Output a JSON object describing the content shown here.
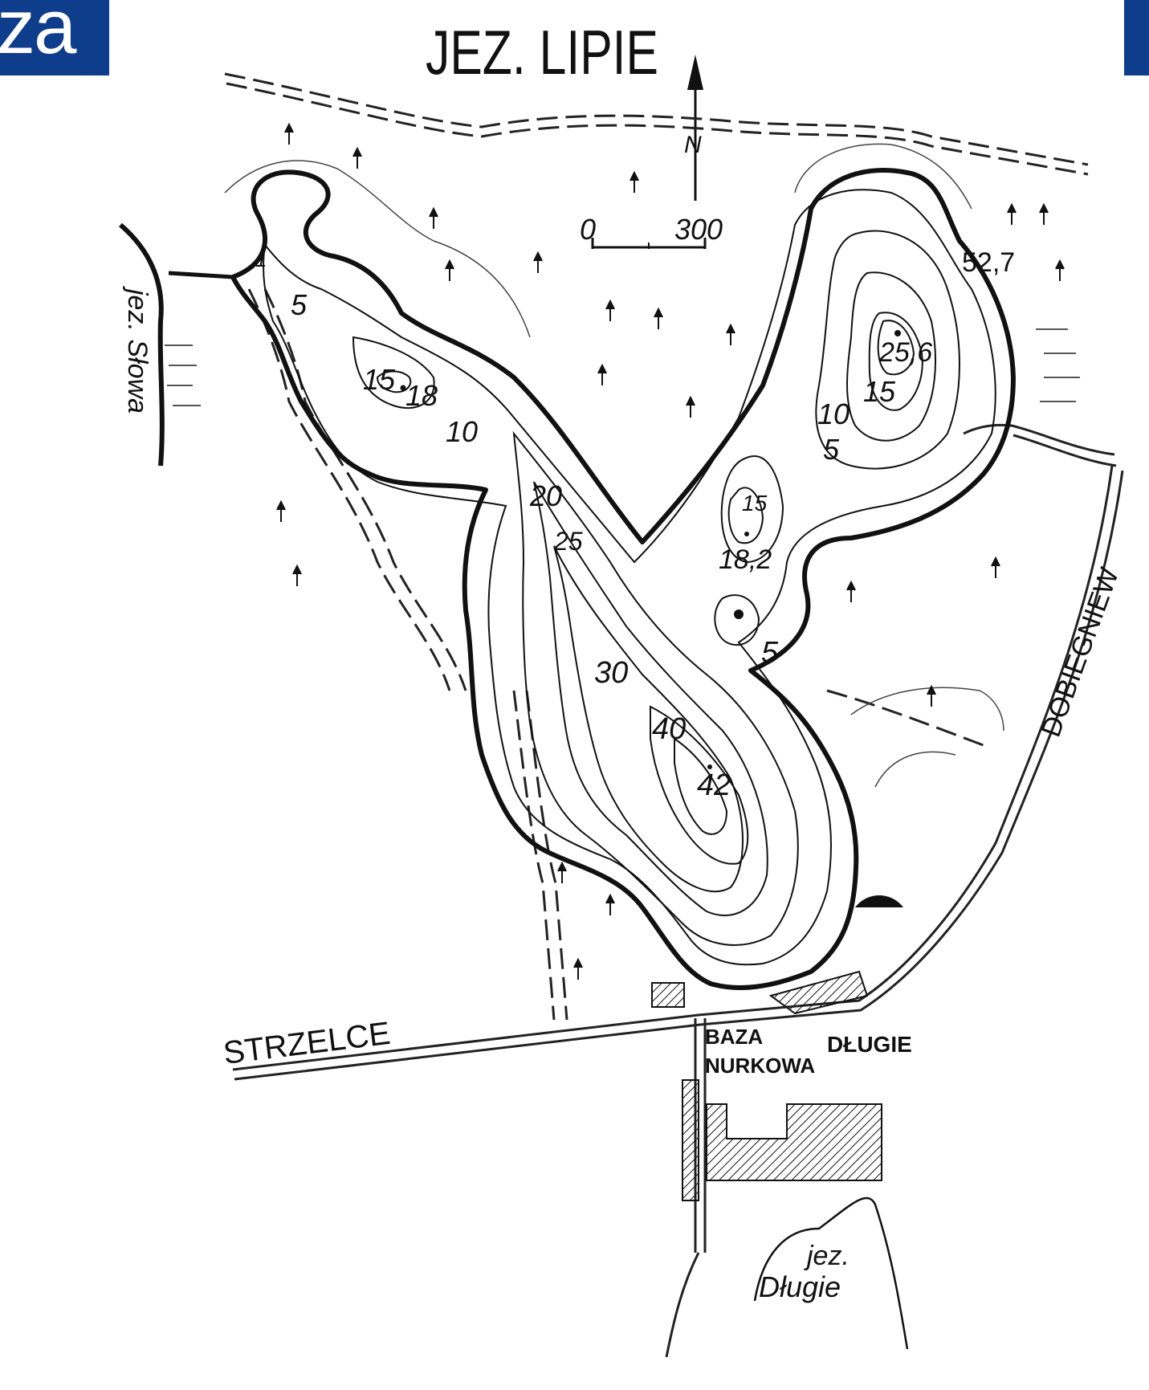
{
  "header": {
    "tab_text": "za",
    "tab_color": "#0e3d8c"
  },
  "map": {
    "title": "JEZ. LIPIE",
    "north_label": "N",
    "scale": {
      "start": "0",
      "end": "300"
    },
    "shore_elevation": "52,7",
    "depth_labels": {
      "d1": "1",
      "d5a": "5",
      "d15a": "15",
      "d18": "18",
      "d10a": "10",
      "d20": "20",
      "d25": "25",
      "d30": "30",
      "d40": "40",
      "d42": "42",
      "d15b": "15",
      "d18_2": "18,2",
      "d5b": "5",
      "d25_6": "25,6",
      "d15c": "15",
      "d10b": "10",
      "d5c": "5"
    },
    "place_names": {
      "slowa": "jez. Słowa",
      "dobiegniew": "DOBIEGNIEW",
      "strzelce": "STRZELCE",
      "baza_line1": "BAZA",
      "baza_line2": "NURKOWA",
      "dlugie_village": "DŁUGIE",
      "lake_dlugie_line1": "jez.",
      "lake_dlugie_line2": "Długie"
    },
    "ink_color": "#111111"
  }
}
